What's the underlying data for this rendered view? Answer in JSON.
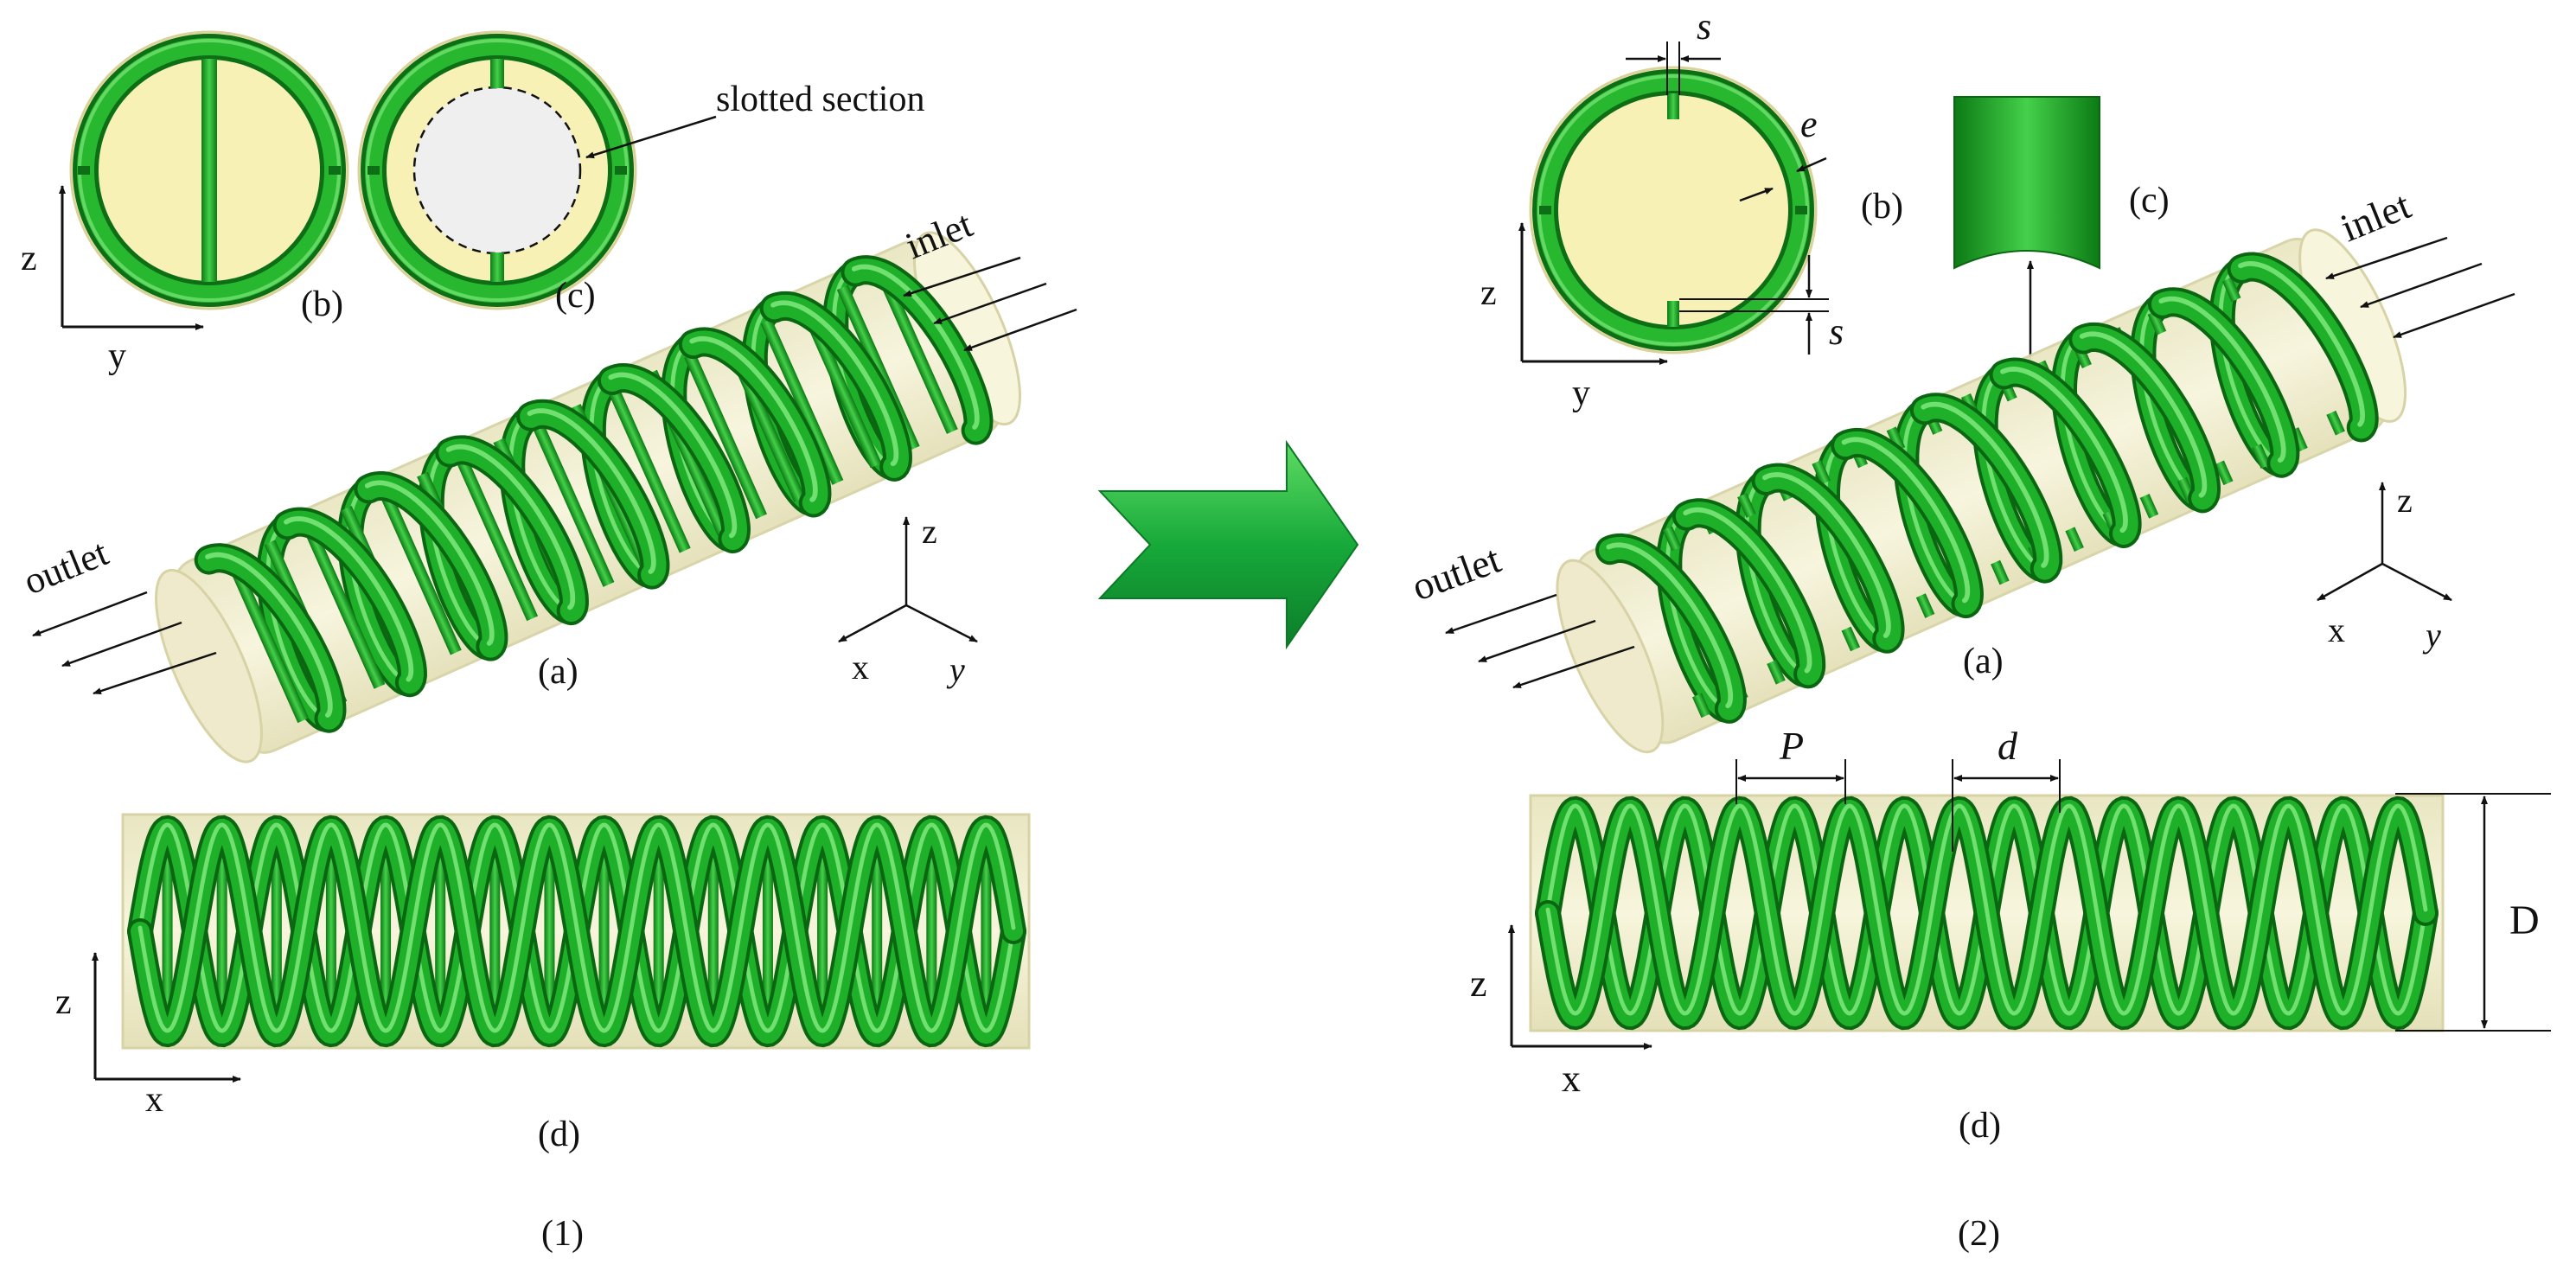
{
  "colors": {
    "coil": "#1fb02a",
    "coil_dark": "#0d6e16",
    "coil_light": "#6ee26a",
    "tube_fill": "#f3f0cc",
    "tube_edge": "#d8d3a6",
    "arrow": "#12a93c",
    "ink": "#111111"
  },
  "panel1": {
    "b_label": "(b)",
    "c_label": "(c)",
    "slotted_section": "slotted section",
    "inlet": "inlet",
    "outlet": "outlet",
    "a_label": "(a)",
    "d_label": "(d)",
    "caption": "(1)",
    "axis_z": "z",
    "axis_y": "y",
    "axis_x": "x"
  },
  "panel2": {
    "s_top": "s",
    "s_bottom": "s",
    "e_label": "e",
    "b_label": "(b)",
    "c_label": "(c)",
    "inlet": "inlet",
    "outlet": "outlet",
    "a_label": "(a)",
    "pitch": "P",
    "d_small": "d",
    "diameter": "D",
    "d_label": "(d)",
    "caption": "(2)",
    "axis_z": "z",
    "axis_y": "y",
    "axis_x": "x"
  },
  "center_arrow": "right-arrow-icon"
}
